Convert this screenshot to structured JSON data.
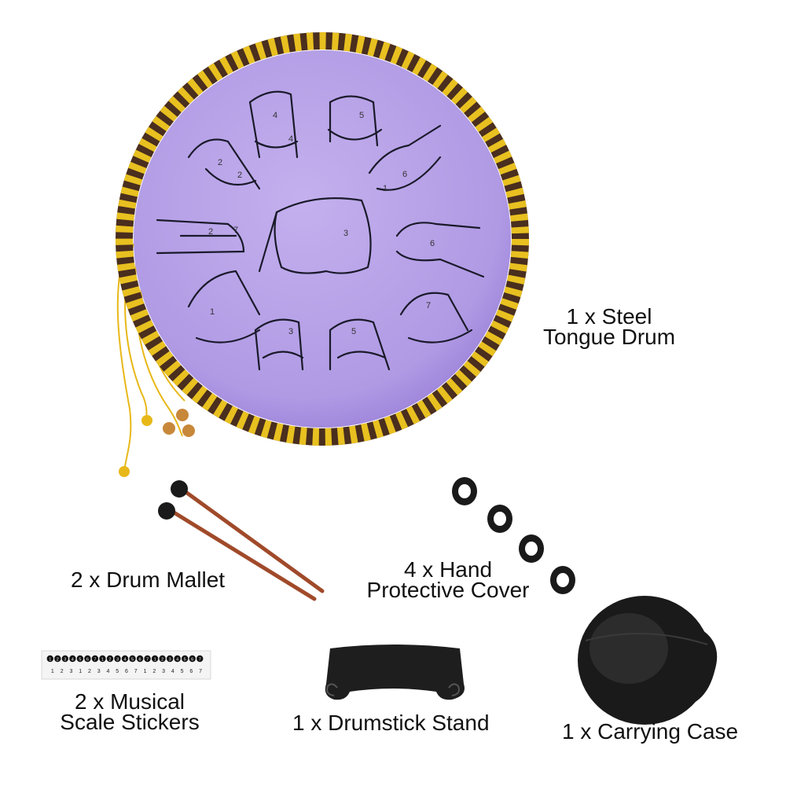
{
  "items": {
    "drum": {
      "line1": "1 x Steel",
      "line2": "Tongue Drum"
    },
    "mallet": {
      "text": "2 x Drum Mallet"
    },
    "covers": {
      "line1": "4 x Hand",
      "line2": "Protective Cover"
    },
    "stickers": {
      "line1": "2 x Musical",
      "line2": "Scale Stickers"
    },
    "stand": {
      "text": "1 x Drumstick Stand"
    },
    "case": {
      "text": "1 x Carrying Case"
    }
  },
  "colors": {
    "drum_body": "#b8a2e8",
    "drum_edge": "#9a80d8",
    "rope_gold": "#e8c020",
    "rope_brown": "#4a2e1e",
    "mallet_wood": "#a04a2a",
    "black_item": "#1a1a1a"
  },
  "tongue_numbers": [
    "3",
    "4",
    "5",
    "6",
    "1",
    "2",
    "7",
    "1",
    "2",
    "3",
    "5",
    "7",
    "6",
    "2",
    "4"
  ],
  "sticker": {
    "top_row": [
      "1",
      "2",
      "3",
      "4",
      "5",
      "6",
      "7",
      "1",
      "2",
      "3",
      "4",
      "5",
      "6",
      "7",
      "1",
      "2",
      "3",
      "4",
      "5",
      "6",
      "7"
    ],
    "bottom_row": [
      "1",
      "2",
      "3",
      "1",
      "2",
      "3",
      "4",
      "5",
      "6",
      "7",
      "1",
      "2",
      "3",
      "4",
      "5",
      "6",
      "7"
    ]
  }
}
